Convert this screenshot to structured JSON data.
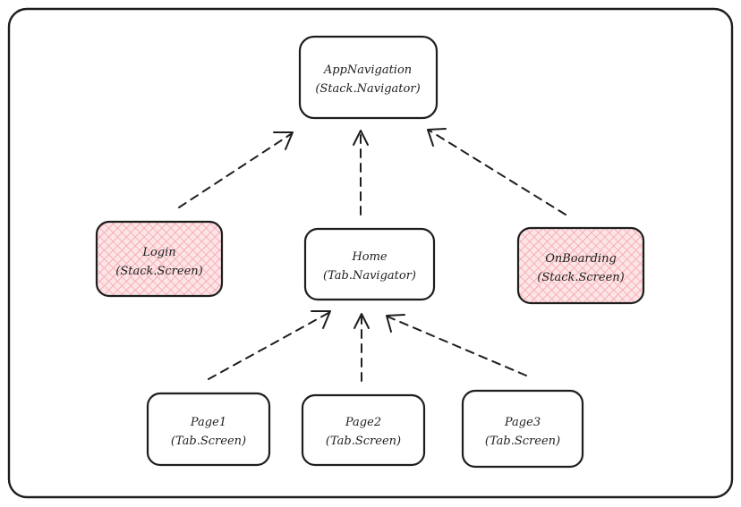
{
  "diagram": {
    "nodes": [
      {
        "id": "app-navigation",
        "line1": "AppNavigation",
        "line2": "(Stack.Navigator)",
        "style": "plain"
      },
      {
        "id": "login",
        "line1": "Login",
        "line2": "(Stack.Screen)",
        "style": "hatched"
      },
      {
        "id": "home",
        "line1": "Home",
        "line2": "(Tab.Navigator)",
        "style": "plain"
      },
      {
        "id": "onboarding",
        "line1": "OnBoarding",
        "line2": "(Stack.Screen)",
        "style": "hatched"
      },
      {
        "id": "page1",
        "line1": "Page1",
        "line2": "(Tab.Screen)",
        "style": "plain"
      },
      {
        "id": "page2",
        "line1": "Page2",
        "line2": "(Tab.Screen)",
        "style": "plain"
      },
      {
        "id": "page3",
        "line1": "Page3",
        "line2": "(Tab.Screen)",
        "style": "plain"
      }
    ],
    "edges": [
      {
        "from": "login",
        "to": "app-navigation"
      },
      {
        "from": "home",
        "to": "app-navigation"
      },
      {
        "from": "onboarding",
        "to": "app-navigation"
      },
      {
        "from": "page1",
        "to": "home"
      },
      {
        "from": "page2",
        "to": "home"
      },
      {
        "from": "page3",
        "to": "home"
      }
    ],
    "colors": {
      "stroke": "#1e1e1e",
      "hatch_fill": "#fde4e6",
      "hatch_line": "#f08c96"
    }
  }
}
